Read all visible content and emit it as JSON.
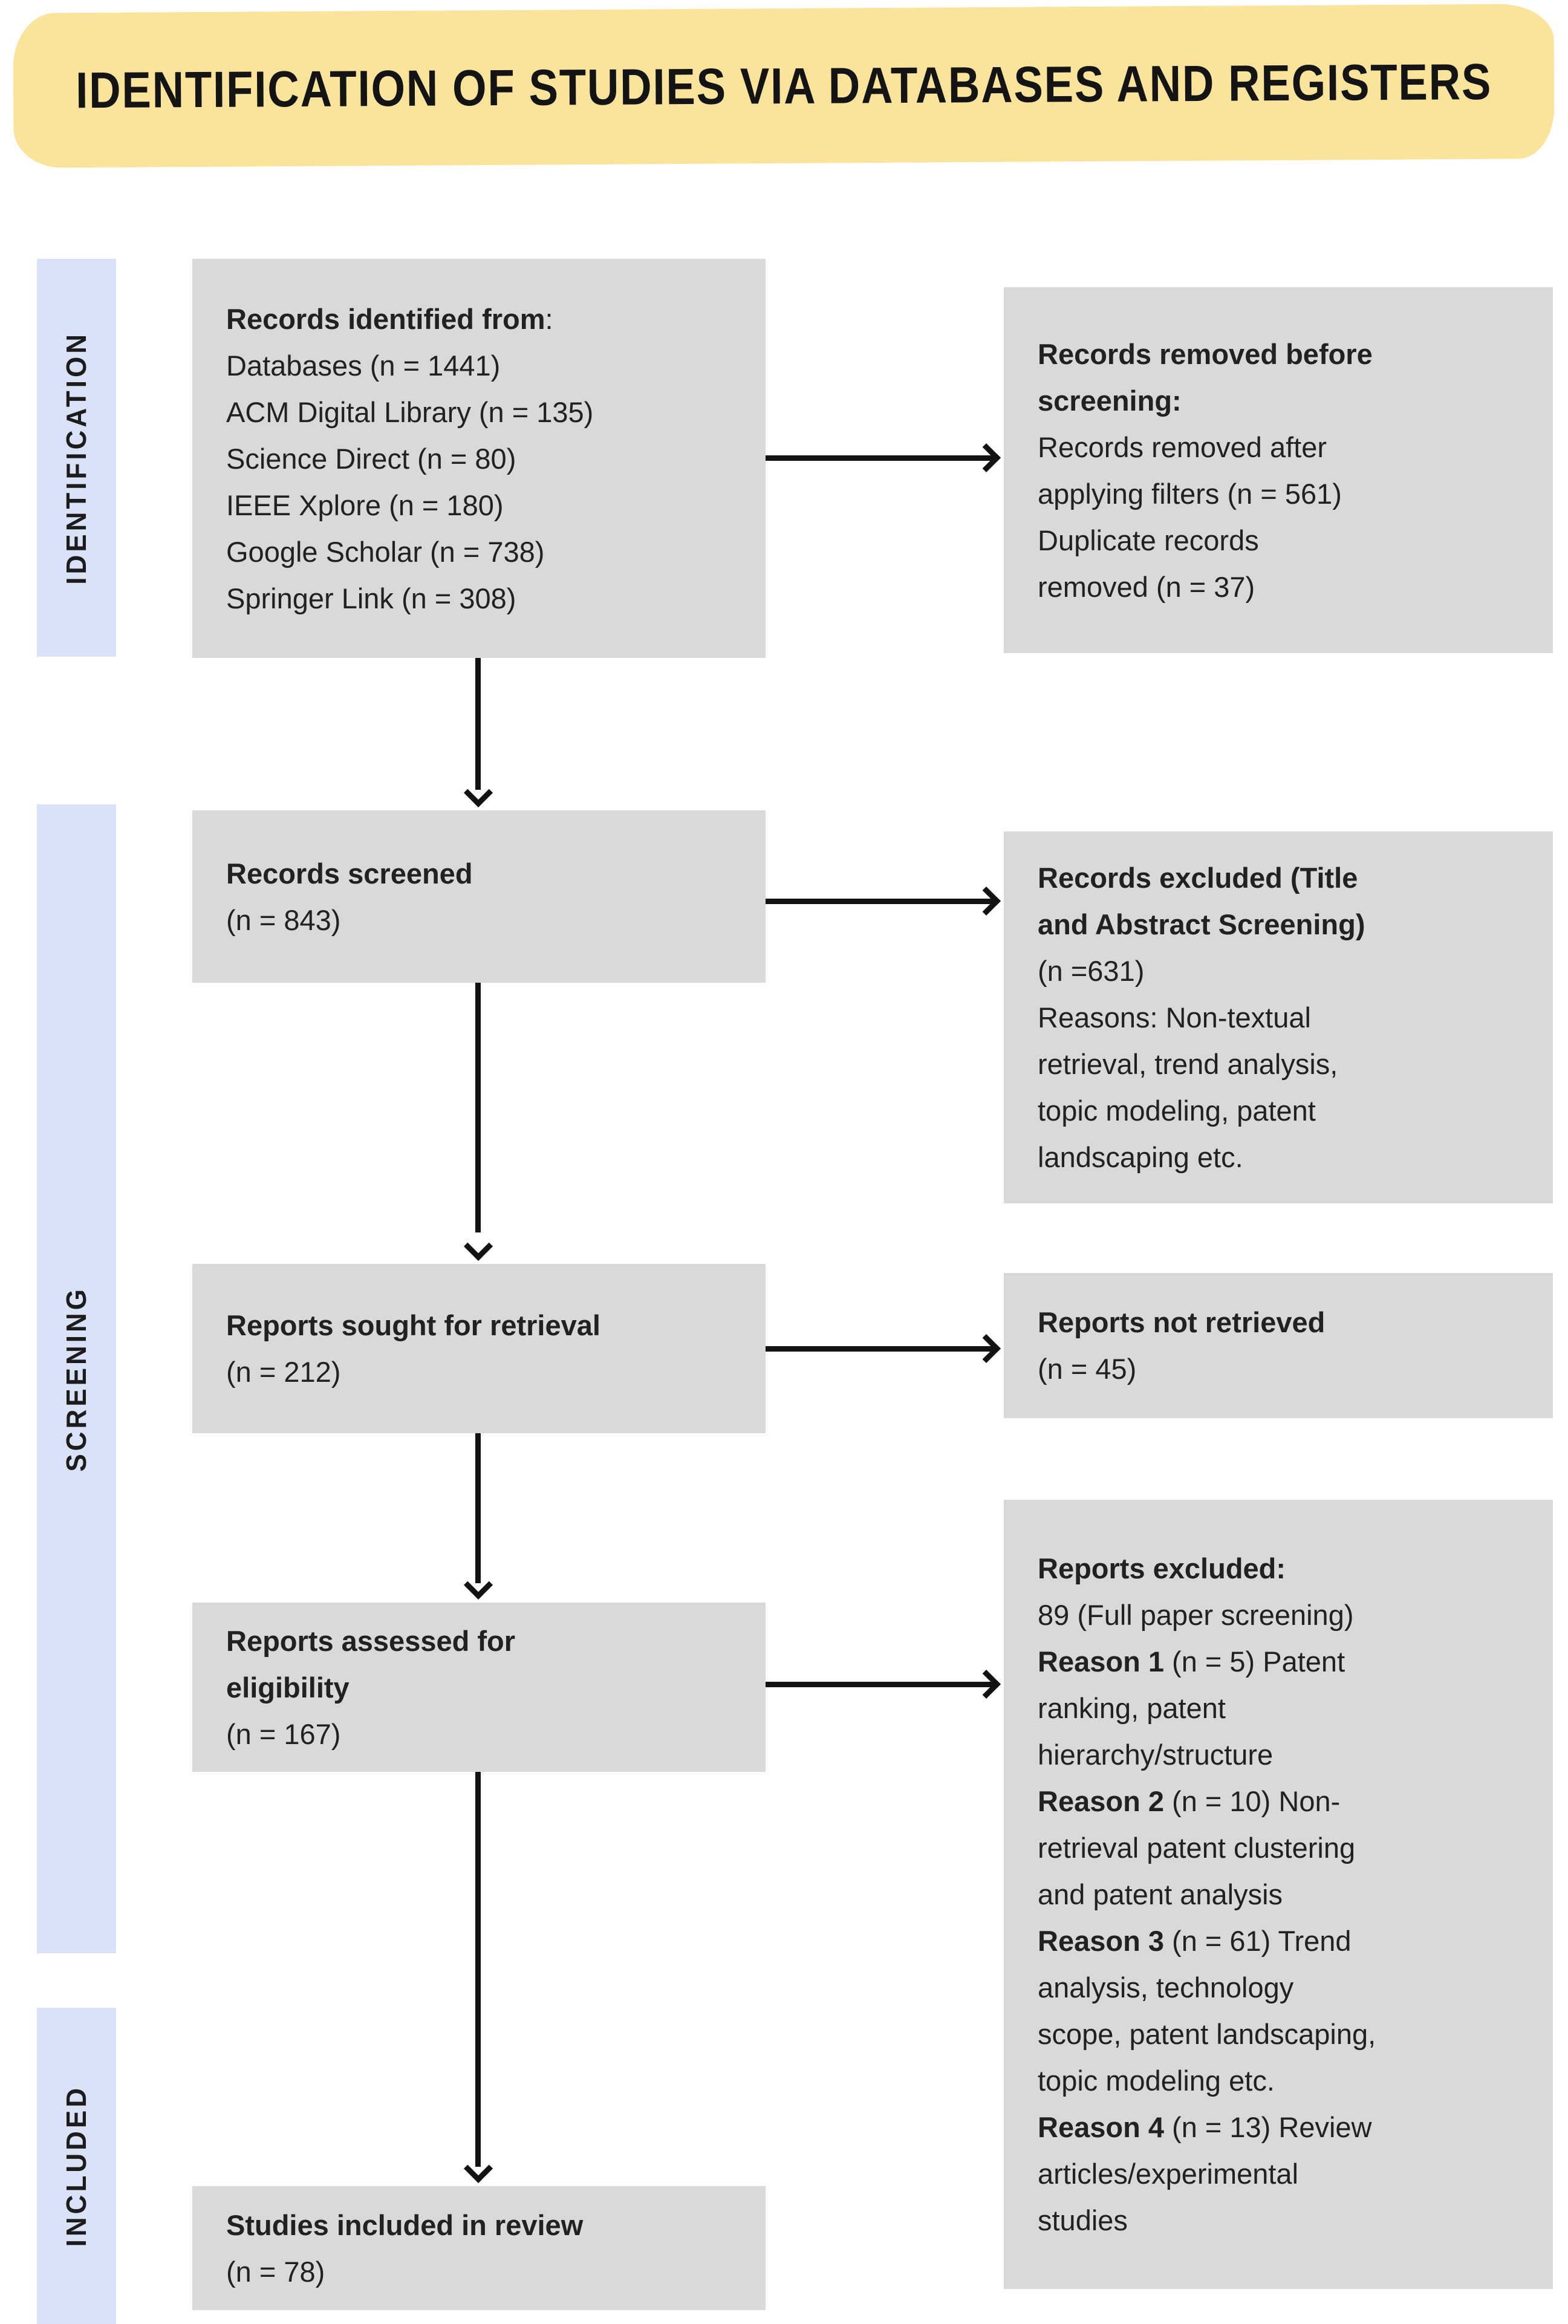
{
  "banner": {
    "title": "IDENTIFICATION OF STUDIES VIA DATABASES AND REGISTERS"
  },
  "colors": {
    "banner_bg": "#FAE49C",
    "stage_bg": "#D9E2F6",
    "box_bg": "#D9D9D9",
    "arrow": "#121212",
    "text": "#212121"
  },
  "stages": {
    "identification": {
      "label": "IDENTIFICATION"
    },
    "screening": {
      "label": "SCREENING"
    },
    "included": {
      "label": "INCLUDED"
    }
  },
  "boxes": {
    "records_identified": {
      "lines": [
        {
          "bold": "Records identified from",
          "text": ":"
        },
        {
          "text": "Databases (n = 1441)"
        },
        {
          "text": "ACM Digital Library (n = 135)"
        },
        {
          "text": "Science Direct (n = 80)"
        },
        {
          "text": "IEEE Xplore (n = 180)"
        },
        {
          "text": "Google Scholar (n = 738)"
        },
        {
          "text": "Springer Link (n = 308)"
        }
      ]
    },
    "records_removed": {
      "lines": [
        {
          "bold": "Records removed before"
        },
        {
          "bold": "screening:"
        },
        {
          "text": "Records removed after"
        },
        {
          "text": "applying filters (n = 561)"
        },
        {
          "text": "Duplicate records"
        },
        {
          "text": "removed (n = 37)"
        }
      ]
    },
    "records_screened": {
      "lines": [
        {
          "bold": "Records screened"
        },
        {
          "text": "(n = 843)"
        }
      ]
    },
    "records_excluded": {
      "lines": [
        {
          "bold": "Records excluded (Title"
        },
        {
          "bold": "and Abstract Screening)"
        },
        {
          "text": "(n =631)"
        },
        {
          "text": "Reasons: Non-textual"
        },
        {
          "text": "retrieval, trend analysis,"
        },
        {
          "text": "topic modeling, patent"
        },
        {
          "text": "landscaping etc."
        }
      ]
    },
    "reports_sought": {
      "lines": [
        {
          "bold": "Reports sought for retrieval"
        },
        {
          "text": "(n = 212)"
        }
      ]
    },
    "reports_not_retrieved": {
      "lines": [
        {
          "bold": "Reports not retrieved"
        },
        {
          "text": "(n = 45)"
        }
      ]
    },
    "reports_assessed": {
      "lines": [
        {
          "bold": "Reports assessed for"
        },
        {
          "bold": "eligibility"
        },
        {
          "text": "(n = 167)"
        }
      ]
    },
    "reports_excluded": {
      "lines": [
        {
          "bold": "Reports excluded:"
        },
        {
          "text": "89 (Full paper screening)"
        },
        {
          "bold": "Reason 1 ",
          "text": "(n = 5) Patent"
        },
        {
          "text": "ranking, patent"
        },
        {
          "text": "hierarchy/structure"
        },
        {
          "bold": "Reason 2 ",
          "text": "(n = 10) Non-"
        },
        {
          "text": "retrieval patent clustering"
        },
        {
          "text": "and patent analysis"
        },
        {
          "bold": "Reason 3 ",
          "text": "(n = 61) Trend"
        },
        {
          "text": "analysis, technology"
        },
        {
          "text": "scope, patent landscaping,"
        },
        {
          "text": "topic modeling etc."
        },
        {
          "bold": "Reason 4 ",
          "text": "(n = 13) Review"
        },
        {
          "text": "articles/experimental"
        },
        {
          "text": "studies"
        }
      ]
    },
    "studies_included": {
      "lines": [
        {
          "bold": "Studies included in review"
        },
        {
          "text": "(n = 78)"
        }
      ]
    }
  }
}
